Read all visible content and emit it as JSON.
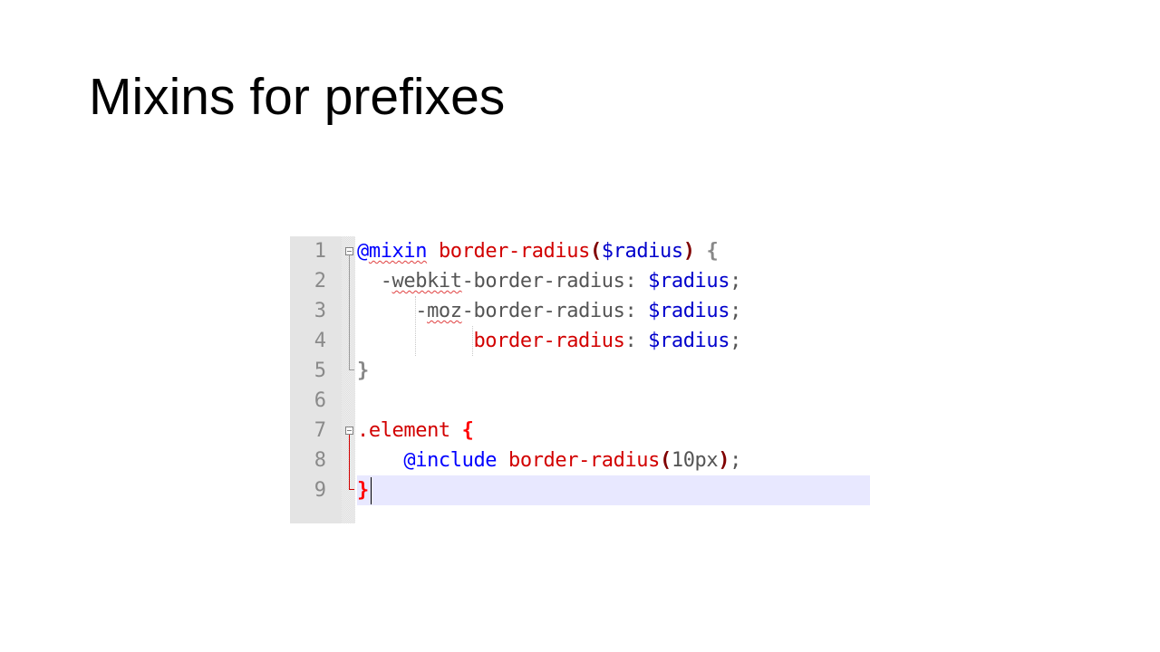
{
  "slide": {
    "title": "Mixins for prefixes"
  },
  "editor": {
    "line_numbers": [
      "1",
      "2",
      "3",
      "4",
      "5",
      "6",
      "7",
      "8",
      "9"
    ],
    "lines": [
      [
        "@",
        "mixin",
        " border-radius",
        "(",
        "$radius",
        ")",
        " ",
        "{"
      ],
      [
        "  -",
        "webkit",
        "-border-radius",
        ": ",
        "$radius",
        ";"
      ],
      [
        "     -",
        "moz",
        "-border-radius",
        ": ",
        "$radius",
        ";"
      ],
      [
        "          border-radius",
        ": ",
        "$radius",
        ";"
      ],
      [
        "}"
      ],
      [
        ""
      ],
      [
        ".element",
        " ",
        "{"
      ],
      [
        "    @include",
        " border-radius",
        "(",
        "10px",
        ")",
        ";"
      ],
      [
        "}"
      ]
    ],
    "current_line": "9",
    "colors": {
      "gutter_bg": "#e4e4e4",
      "current_line_bg": "#e8e8ff",
      "keyword": "#0000ff",
      "property": "#d20000",
      "variable": "#0000cc",
      "brace_active": "#ff0000"
    }
  }
}
